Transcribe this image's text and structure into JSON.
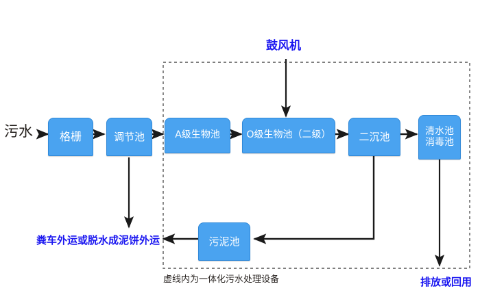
{
  "diagram": {
    "title_note": "虚线内为一体化污水处理设备",
    "labels": {
      "influent": "污水",
      "blower": "鼓风机",
      "sludge_disposal": "粪车外运或脱水成泥饼外运",
      "effluent": "排放或回用",
      "dashed_caption": "虚线内为一体化污水处理设备"
    },
    "nodes": [
      {
        "id": "grate",
        "label": "格栅",
        "line2": ""
      },
      {
        "id": "equalization",
        "label": "调节池",
        "line2": ""
      },
      {
        "id": "a-stage",
        "label": "A级生物池",
        "line2": ""
      },
      {
        "id": "o-stage",
        "label": "O级生物池（二级）",
        "line2": ""
      },
      {
        "id": "clarifier",
        "label": "二沉池",
        "line2": ""
      },
      {
        "id": "clearwater",
        "label": "清水池",
        "line2": "消毒池"
      },
      {
        "id": "sludge",
        "label": "污泥池",
        "line2": ""
      }
    ],
    "colors": {
      "node_fill": "#4aa3f0",
      "node_border": "#2f88d8",
      "node_text": "#ffffff",
      "annotation_blue": "#1a16f0",
      "arrow": "#1a1a1a",
      "dashed_border": "#555555",
      "background": "#ffffff"
    }
  }
}
